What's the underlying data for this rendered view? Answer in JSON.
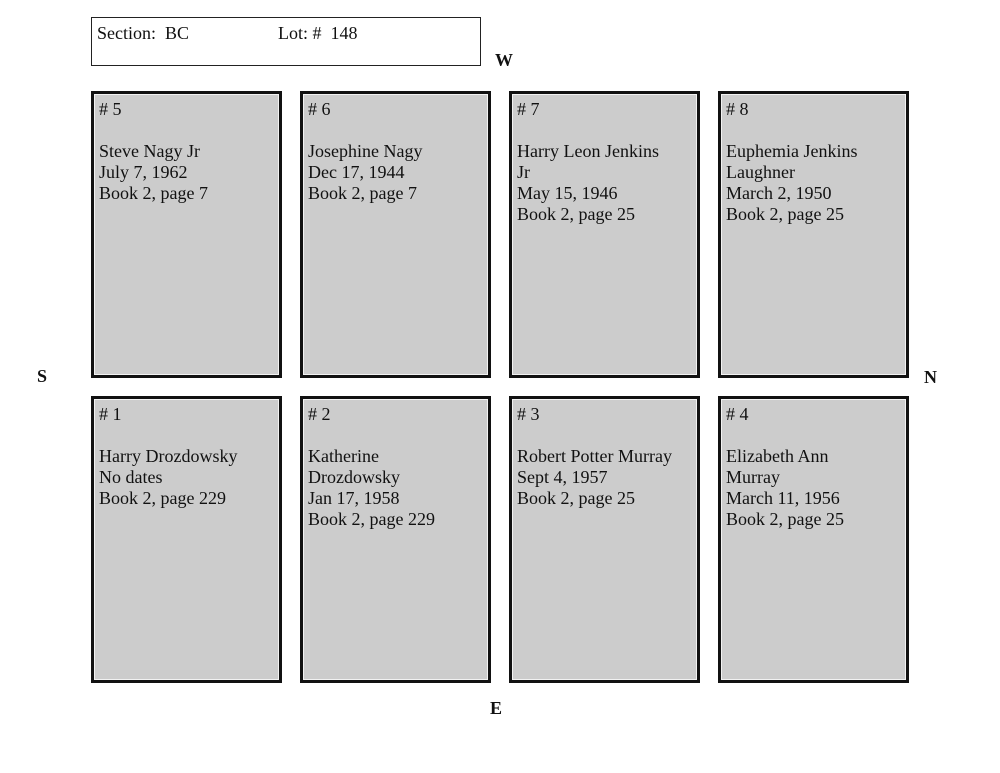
{
  "header": {
    "section_label": "Section:  BC",
    "lot_label": "Lot: #  148"
  },
  "compass": {
    "west": "W",
    "south": "S",
    "north": "N",
    "east": "E"
  },
  "plots": {
    "top_row": [
      {
        "number": "# 5",
        "lines": [
          "Steve Nagy Jr",
          "July 7, 1962",
          "Book 2, page 7"
        ]
      },
      {
        "number": "# 6",
        "lines": [
          "Josephine Nagy",
          "Dec 17, 1944",
          "Book 2, page 7"
        ]
      },
      {
        "number": "# 7",
        "lines": [
          "Harry Leon Jenkins",
          "Jr",
          "May 15, 1946",
          "Book 2, page 25"
        ]
      },
      {
        "number": "# 8",
        "lines": [
          "Euphemia Jenkins",
          "Laughner",
          "March 2, 1950",
          "Book 2, page 25"
        ]
      }
    ],
    "bottom_row": [
      {
        "number": "# 1",
        "lines": [
          "Harry Drozdowsky",
          "No dates",
          "Book 2, page 229"
        ]
      },
      {
        "number": "# 2",
        "lines": [
          "Katherine",
          "Drozdowsky",
          "Jan 17, 1958",
          "Book 2, page 229"
        ]
      },
      {
        "number": "# 3",
        "lines": [
          "Robert Potter Murray",
          "Sept 4, 1957",
          "Book 2, page 25"
        ]
      },
      {
        "number": "# 4",
        "lines": [
          "Elizabeth Ann",
          "Murray",
          "March 11, 1956",
          "Book 2, page 25"
        ]
      }
    ]
  },
  "colors": {
    "plot_fill": "#cccccc",
    "border": "#111111",
    "background": "#ffffff"
  }
}
